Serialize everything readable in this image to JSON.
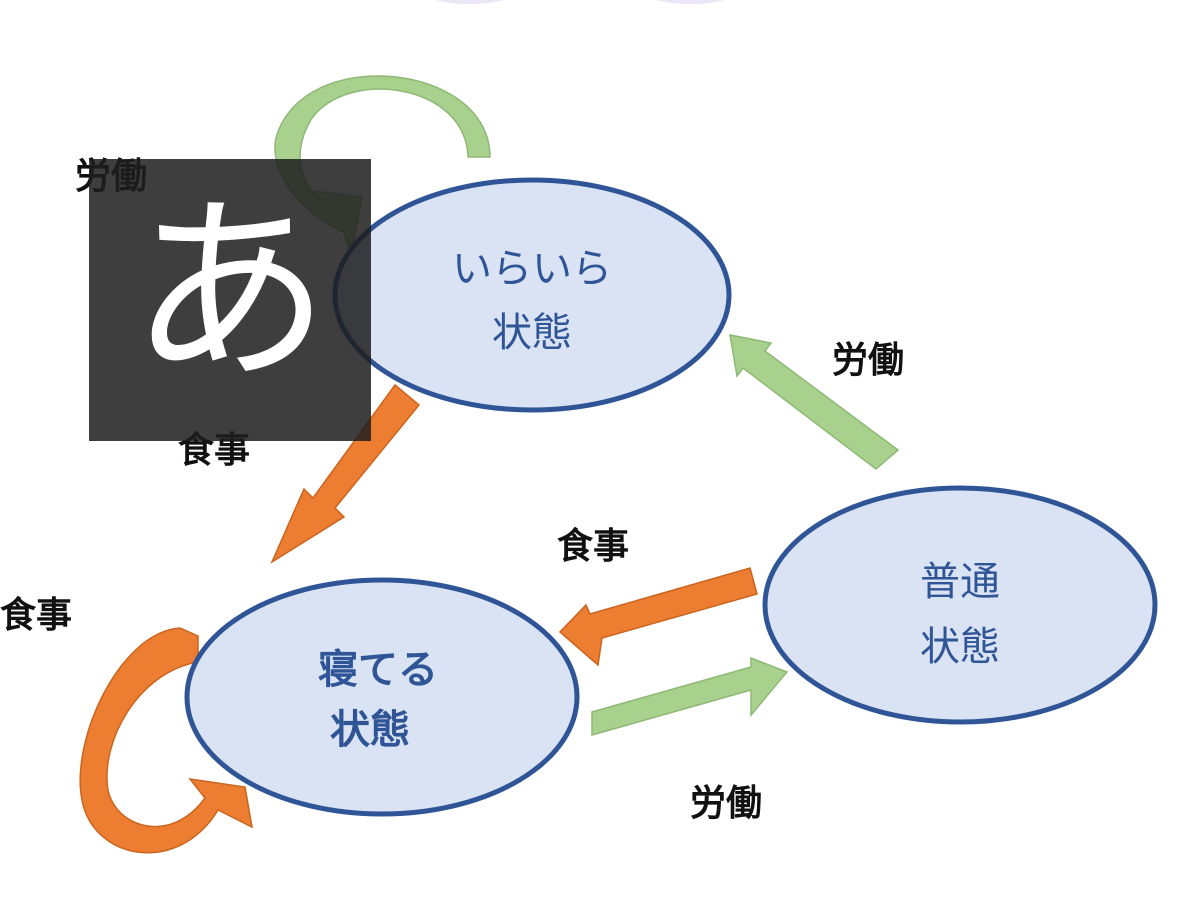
{
  "states": {
    "irritated": {
      "line1": "いらいら",
      "line2": "状態"
    },
    "normal": {
      "line1": "普通",
      "line2": "状態"
    },
    "sleeping": {
      "line1": "寝てる",
      "line2": "状態"
    }
  },
  "edges": {
    "irritated_self_loop": "労働",
    "normal_to_irritated": "労働",
    "sleeping_to_normal": "労働",
    "irritated_to_sleeping": "食事",
    "normal_to_sleeping": "食事",
    "sleeping_self_loop": "食事"
  },
  "ime_indicator": {
    "glyph": "あ"
  },
  "colors": {
    "work_arrow": "#a9d18e",
    "meal_arrow": "#ed7d31",
    "state_fill": "#dae3f3",
    "state_stroke": "#2f5597"
  }
}
